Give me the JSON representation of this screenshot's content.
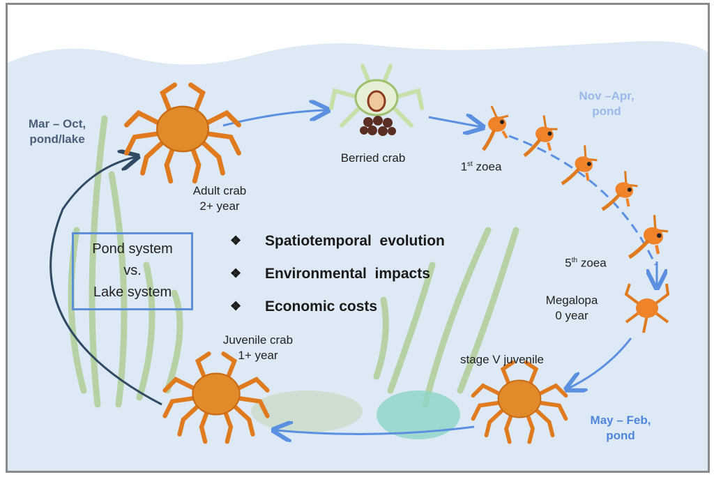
{
  "labels": {
    "adult_crab": "Adult crab",
    "adult_age": "2+ year",
    "berried_crab": "Berried crab",
    "zoea1_num": "1",
    "zoea1_sup": "st",
    "zoea1_word": "zoea",
    "zoea5_num": "5",
    "zoea5_sup": "th",
    "zoea5_word": "zoea",
    "megalopa": "Megalopa",
    "megalopa_age": "0 year",
    "stage5_juvenile": "stage V juvenile",
    "juvenile_crab": "Juvenile crab",
    "juvenile_age": "1+ year"
  },
  "seasons": {
    "adult": {
      "line1": "Mar – Oct,",
      "line2": "pond/lake",
      "color": "#4a5f78"
    },
    "larvae": {
      "line1": "Nov –Apr,",
      "line2": "pond",
      "color": "#9ab9ea"
    },
    "juvenile": {
      "line1": "May – Feb,",
      "line2": "pond",
      "color": "#4f86dc"
    }
  },
  "system_box": {
    "line1": "Pond system",
    "line2": "vs.",
    "line3": "Lake system"
  },
  "bullets": [
    {
      "marker": "❖",
      "text": "Spatiotemporal  evolution"
    },
    {
      "marker": "❖",
      "text": "Environmental  impacts"
    },
    {
      "marker": "❖",
      "text": "Economic costs"
    }
  ],
  "colors": {
    "water": "#dde9f5",
    "crab": "#e07a1f",
    "arrow": "#5b8fe0",
    "dark_arrow": "#2f4a62"
  }
}
